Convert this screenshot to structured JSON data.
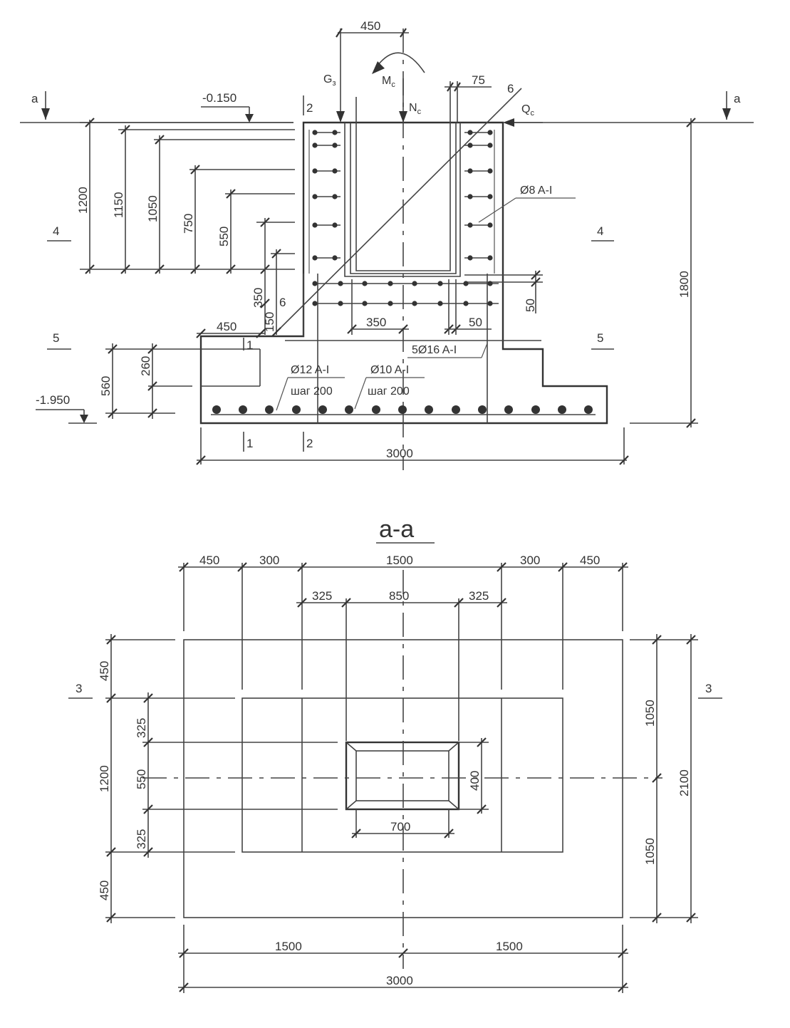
{
  "section": {
    "dims_top": {
      "top_450": "450",
      "top_75": "75"
    },
    "loads": {
      "g": "G",
      "g_sub": "з",
      "m": "M",
      "m_sub": "с",
      "n": "N",
      "n_sub": "с",
      "q": "Q",
      "q_sub": "с"
    },
    "levels": {
      "top": "-0.150",
      "bottom": "-1.950"
    },
    "section_marks": {
      "a": "a",
      "four": "4",
      "five": "5",
      "one": "1",
      "two": "2",
      "six": "6"
    },
    "dims_left": [
      "1200",
      "1150",
      "1050",
      "750",
      "550",
      "350",
      "150",
      "560",
      "260"
    ],
    "dims_mid": {
      "d450": "450",
      "d350": "350",
      "d50a": "50",
      "d50b": "50"
    },
    "dim_right": "1800",
    "dim_bottom": "3000",
    "rebar": {
      "r8": "Ø8 A-I",
      "r16": "5Ø16 A-I",
      "r12": "Ø12 A-I",
      "r10": "Ø10 A-I",
      "step_a": "шаг 200",
      "step_b": "шаг 200"
    }
  },
  "plan": {
    "title": "а-а",
    "top_row": [
      "450",
      "300",
      "1500",
      "300",
      "450"
    ],
    "second_row": [
      "325",
      "850",
      "325"
    ],
    "left_outer": [
      "450",
      "1200",
      "450"
    ],
    "left_inner": [
      "325",
      "550",
      "325"
    ],
    "right_inner": [
      "1050",
      "1050"
    ],
    "right_outer": "2100",
    "socket": {
      "w": "700",
      "h": "400"
    },
    "bottom_halves": [
      "1500",
      "1500"
    ],
    "bottom_total": "3000",
    "marks": {
      "three": "3"
    }
  }
}
